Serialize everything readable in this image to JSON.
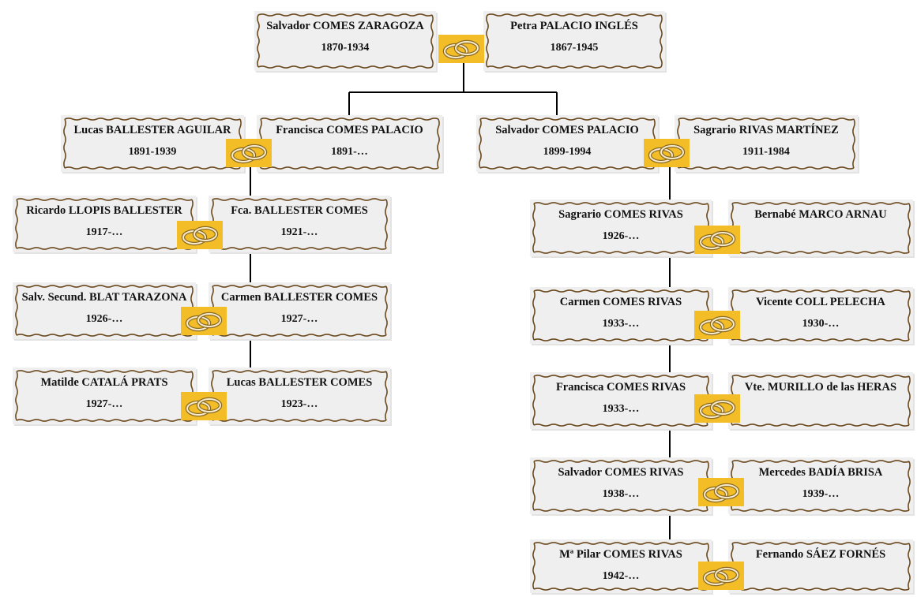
{
  "people": {
    "p1": {
      "name": "Salvador COMES ZARAGOZA",
      "years": "1870-1934"
    },
    "p2": {
      "name": "Petra PALACIO INGLÉS",
      "years": "1867-1945"
    },
    "p3": {
      "name": "Lucas BALLESTER AGUILAR",
      "years": "1891-1939"
    },
    "p4": {
      "name": "Francisca COMES PALACIO",
      "years": "1891-…"
    },
    "p5": {
      "name": "Salvador COMES PALACIO",
      "years": "1899-1994"
    },
    "p6": {
      "name": "Sagrario RIVAS MARTÍNEZ",
      "years": "1911-1984"
    },
    "p7": {
      "name": "Ricardo LLOPIS BALLESTER",
      "years": "1917-…"
    },
    "p8": {
      "name": "Fca. BALLESTER COMES",
      "years": "1921-…"
    },
    "p9": {
      "name": "Salv. Secund. BLAT TARAZONA",
      "years": "1926-…"
    },
    "p10": {
      "name": "Carmen BALLESTER COMES",
      "years": "1927-…"
    },
    "p11": {
      "name": "Matilde CATALÁ PRATS",
      "years": "1927-…"
    },
    "p12": {
      "name": "Lucas BALLESTER COMES",
      "years": "1923-…"
    },
    "p13": {
      "name": "Sagrario COMES RIVAS",
      "years": "1926-…"
    },
    "p14": {
      "name": "Bernabé MARCO ARNAU",
      "years": ""
    },
    "p15": {
      "name": "Carmen COMES RIVAS",
      "years": "1933-…"
    },
    "p16": {
      "name": "Vicente COLL PELECHA",
      "years": "1930-…"
    },
    "p17": {
      "name": "Francisca COMES RIVAS",
      "years": "1933-…"
    },
    "p18": {
      "name": "Vte. MURILLO de las HERAS",
      "years": ""
    },
    "p19": {
      "name": "Salvador COMES RIVAS",
      "years": "1938-…"
    },
    "p20": {
      "name": "Mercedes BADÍA BRISA",
      "years": "1939-…"
    },
    "p21": {
      "name": "Mª Pilar COMES RIVAS",
      "years": "1942-…"
    },
    "p22": {
      "name": "Fernando SÁEZ FORNÉS",
      "years": ""
    }
  },
  "marriage_icon": "wedding-rings-icon",
  "colors": {
    "ring_badge": "#f3bd28",
    "card_bg": "#efefef",
    "connector": "#000000"
  }
}
